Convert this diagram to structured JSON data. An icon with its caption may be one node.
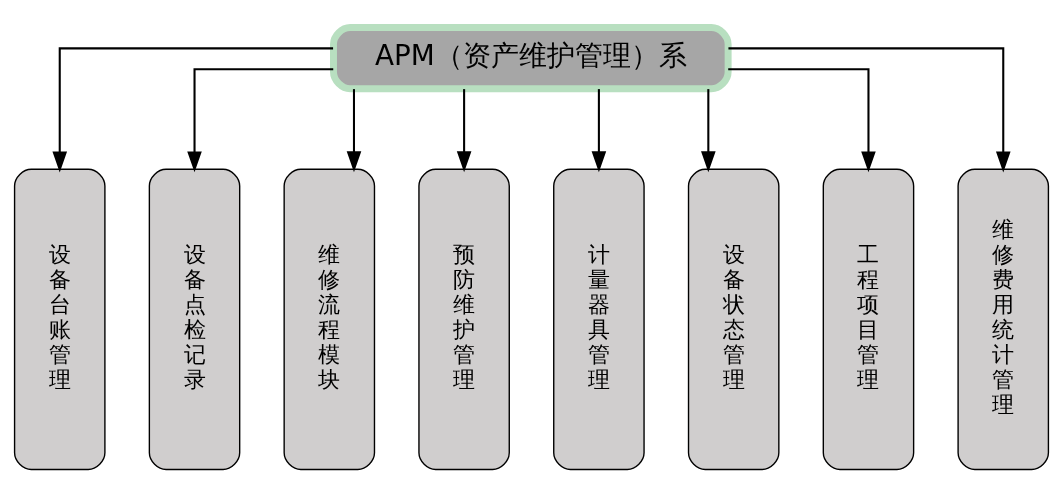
{
  "diagram": {
    "nodes": [
      {
        "text": [
          "APM（资产维护管理）系"
        ]
      },
      {
        "text": [
          "设备台账管理"
        ]
      },
      {
        "text": [
          "设备点检记录"
        ]
      },
      {
        "text": [
          "维修流程模块"
        ]
      },
      {
        "text": [
          "预防维护管理"
        ]
      },
      {
        "text": [
          "计量器具管理"
        ]
      },
      {
        "text": [
          "设备状态管理"
        ]
      },
      {
        "text": [
          "工程项目管理"
        ]
      },
      {
        "text": [
          "维修费用统计管理"
        ]
      }
    ],
    "edges": [
      {
        "from": 0,
        "to": 1,
        "arrow": "to"
      },
      {
        "from": 0,
        "to": 2,
        "arrow": "to"
      },
      {
        "from": 0,
        "to": 3,
        "arrow": "to"
      },
      {
        "from": 0,
        "to": 4,
        "arrow": "to"
      },
      {
        "from": 0,
        "to": 5,
        "arrow": "to"
      },
      {
        "from": 0,
        "to": 6,
        "arrow": "to"
      },
      {
        "from": 0,
        "to": 7,
        "arrow": "to"
      },
      {
        "from": 0,
        "to": 8,
        "arrow": "to"
      }
    ]
  }
}
